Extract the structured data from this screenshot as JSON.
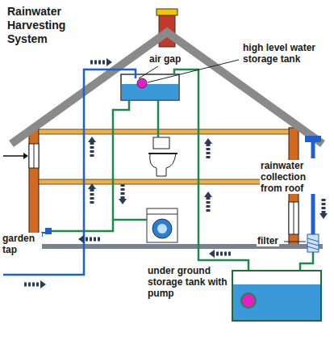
{
  "diagram": {
    "title": "Rainwater Harvesting System",
    "labels": [
      "air gap",
      "high level water storage tank",
      "rainwater collection from roof",
      "garden tap",
      "filter",
      "under ground storage tank with pump"
    ]
  }
}
